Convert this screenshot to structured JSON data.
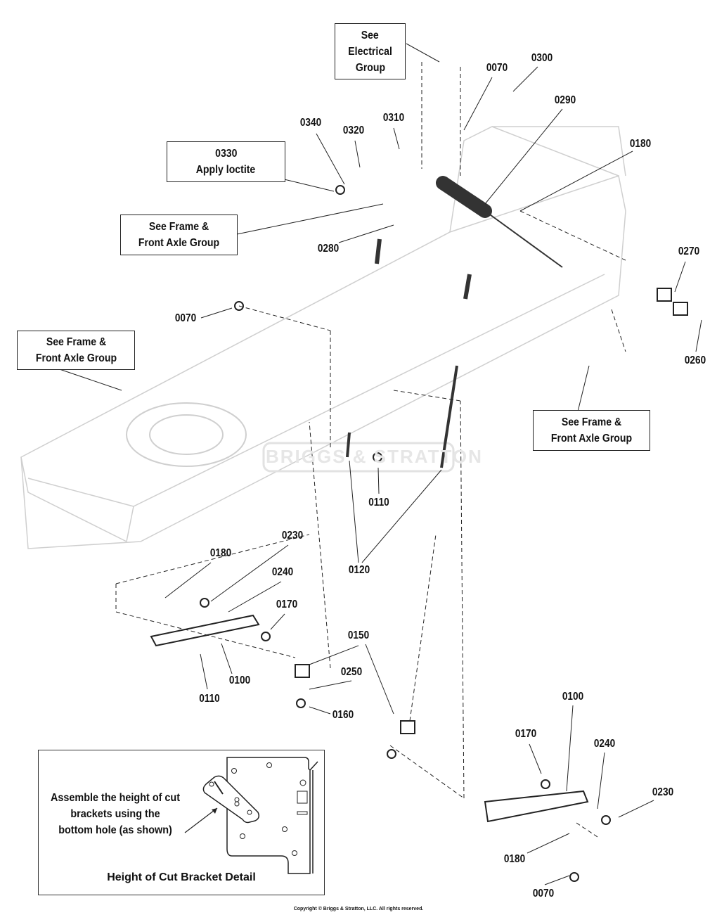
{
  "watermark": "BRIGGS & STRATTON",
  "callouts": [
    "0070",
    "0300",
    "0290",
    "0310",
    "0340",
    "0320",
    "0180",
    "0280",
    "0270",
    "0070",
    "0260",
    "0110",
    "0120",
    "0180",
    "0230",
    "0240",
    "0170",
    "0150",
    "0250",
    "0100",
    "0110",
    "0160",
    "0100",
    "0170",
    "0240",
    "0230",
    "0180",
    "0070"
  ],
  "notes": {
    "electrical": [
      "See",
      "Electrical",
      "Group"
    ],
    "loctite": [
      "0330",
      "Apply loctite"
    ],
    "frame1": [
      "See Frame &",
      "Front Axle Group"
    ],
    "frame2": [
      "See Frame &",
      "Front Axle Group"
    ],
    "frame3": [
      "See Frame &",
      "Front Axle Group"
    ]
  },
  "detail": {
    "instruction": [
      "Assemble the height of cut",
      "brackets using the",
      "bottom hole (as shown)"
    ],
    "title": "Height of Cut Bracket Detail"
  },
  "copyright": "Copyright © Briggs & Stratton, LLC. All rights reserved."
}
